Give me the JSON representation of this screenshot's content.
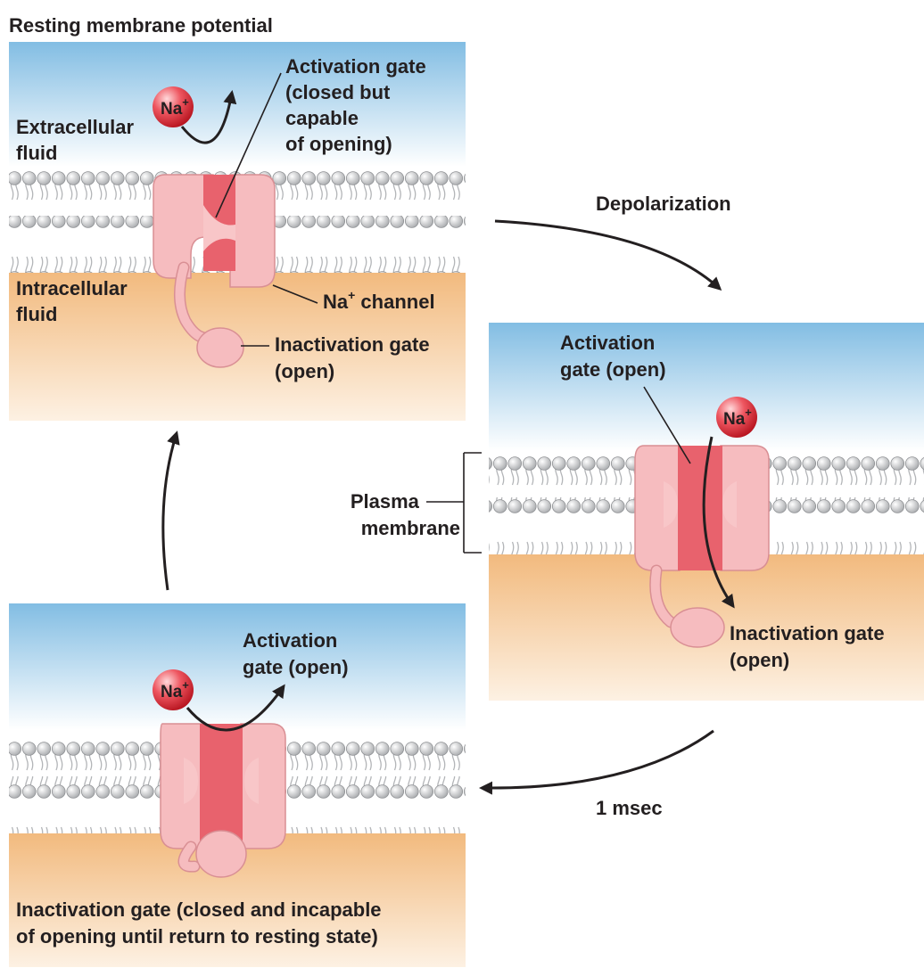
{
  "title": "Resting membrane potential",
  "panel_rest": {
    "extracellular": [
      "Extracellular",
      "fluid"
    ],
    "intracellular": [
      "Intracellular",
      "fluid"
    ],
    "activation_gate": [
      "Activation gate",
      "(closed but",
      "capable",
      "of opening)"
    ],
    "na_channel": [
      "Na",
      "+",
      " channel"
    ],
    "inactivation_gate": [
      "Inactivation gate",
      "(open)"
    ],
    "ion": [
      "Na",
      "+"
    ]
  },
  "panel_depol": {
    "activation_gate": [
      "Activation",
      "gate (open)"
    ],
    "plasma_membrane": [
      "Plasma",
      "membrane"
    ],
    "inactivation_gate": [
      "Inactivation gate",
      "(open)"
    ],
    "ion": [
      "Na",
      "+"
    ]
  },
  "panel_inact": {
    "activation_gate": [
      "Activation",
      "gate (open)"
    ],
    "inactivation_gate": [
      "Inactivation gate (closed and incapable",
      "of opening until return to resting state)"
    ],
    "ion": [
      "Na",
      "+"
    ]
  },
  "transitions": {
    "depolarization": "Depolarization",
    "time": "1 msec"
  },
  "colors": {
    "extracellular_top": "#82bde3",
    "extracellular_bottom": "#ffffff",
    "intracellular_top": "#f2ba7e",
    "intracellular_bottom": "#fdf1e3",
    "lipid_head": "#c7c8ca",
    "channel_outer": "#f6bcbf",
    "channel_pore": "#e8626d",
    "sodium_ion": "#e23a44"
  }
}
